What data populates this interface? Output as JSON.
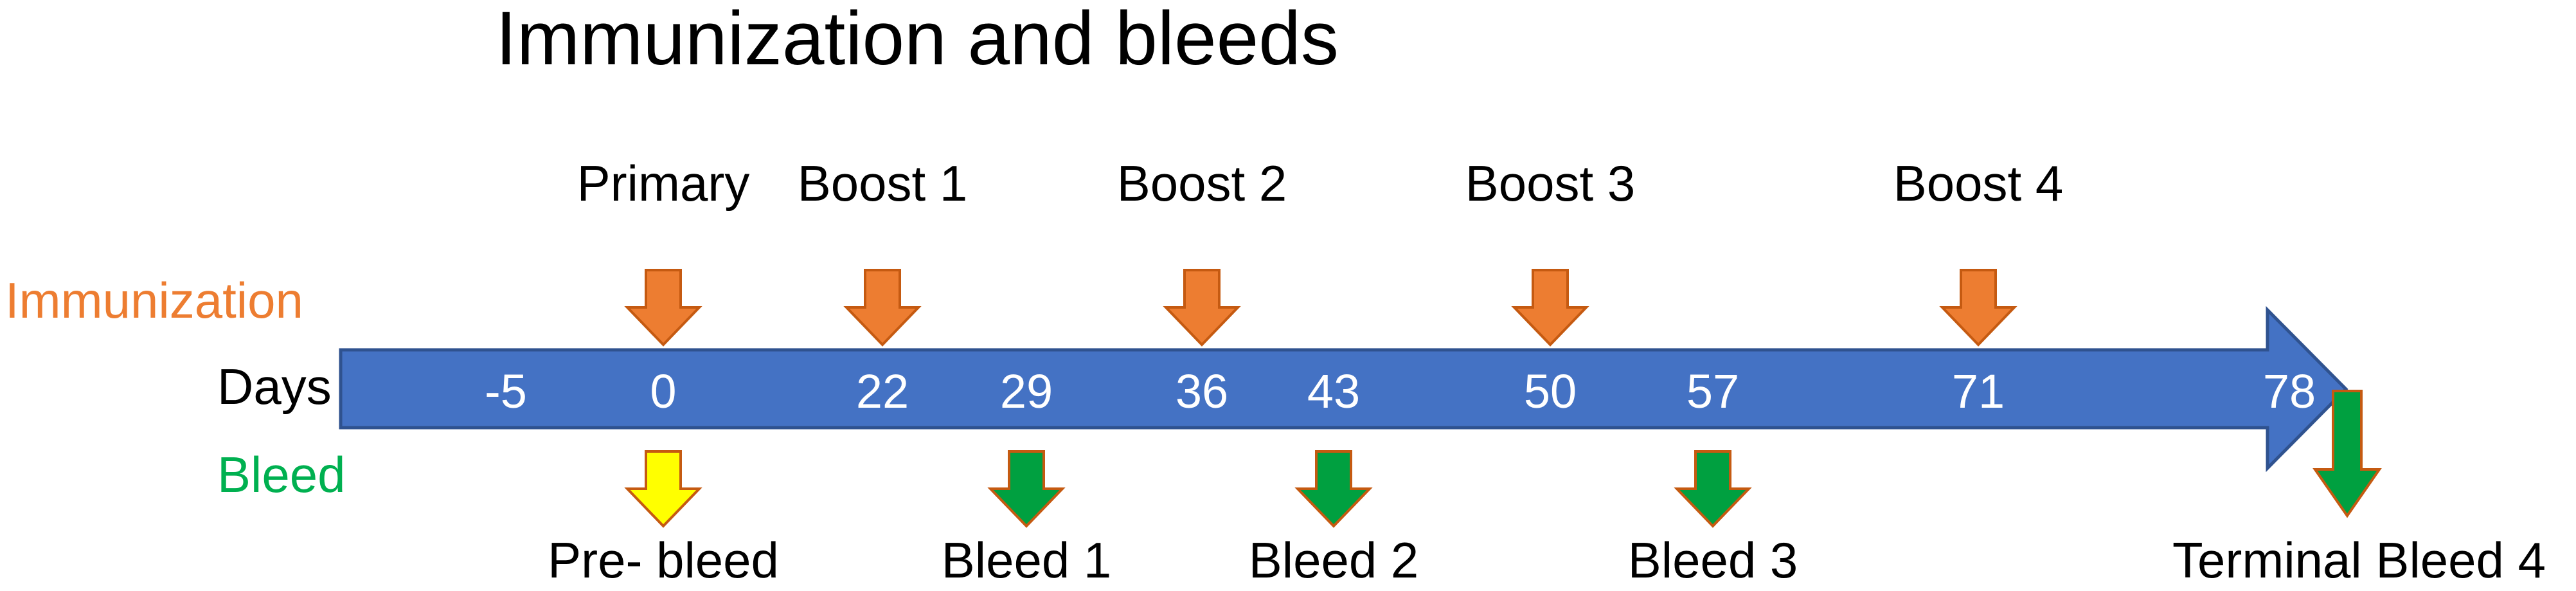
{
  "title": "Immunization and bleeds",
  "row_labels": {
    "immunization": "Immunization",
    "days": "Days",
    "bleed": "Bleed"
  },
  "colors": {
    "timeline_arrow": "#4472C4",
    "timeline_arrow_stroke": "#2F528F",
    "immunization_label": "#ED7D31",
    "bleed_label": "#00B050",
    "immunization_arrow": "#ED7D31",
    "pre_bleed_arrow": "#FFFF00",
    "bleed_arrow": "#00A040",
    "arrow_outline": "#C55A11",
    "day_text": "#ffffff",
    "text": "#000000"
  },
  "days": [
    "-5",
    "0",
    "22",
    "29",
    "36",
    "43",
    "50",
    "57",
    "71",
    "78"
  ],
  "immunizations": [
    {
      "label": "Primary",
      "day": "0",
      "arrow": "immunization-arrow"
    },
    {
      "label": "Boost 1",
      "day": "22",
      "arrow": "immunization-arrow"
    },
    {
      "label": "Boost 2",
      "day": "36",
      "arrow": "immunization-arrow"
    },
    {
      "label": "Boost 3",
      "day": "50",
      "arrow": "immunization-arrow"
    },
    {
      "label": "Boost 4",
      "day": "71",
      "arrow": "immunization-arrow"
    }
  ],
  "bleeds": [
    {
      "label": "Pre- bleed",
      "day": "0",
      "arrow": "pre-bleed-arrow"
    },
    {
      "label": "Bleed 1",
      "day": "29",
      "arrow": "bleed-arrow"
    },
    {
      "label": "Bleed 2",
      "day": "43",
      "arrow": "bleed-arrow"
    },
    {
      "label": "Bleed 3",
      "day": "57",
      "arrow": "bleed-arrow"
    },
    {
      "label": "Terminal Bleed 4",
      "day": "78",
      "arrow": "terminal-bleed-arrow"
    }
  ]
}
